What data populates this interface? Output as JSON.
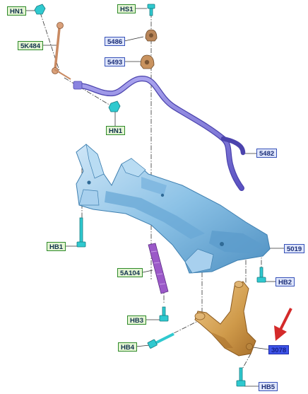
{
  "callouts": {
    "hn1_top": "HN1",
    "hs1": "HS1",
    "c5k484": "5K484",
    "c5486": "5486",
    "c5493": "5493",
    "hn1_bottom": "HN1",
    "c5482": "5482",
    "hb1": "HB1",
    "c5019": "5019",
    "c5a104": "5A104",
    "hb2": "HB2",
    "hb3": "HB3",
    "hb4": "HB4",
    "c3078": "3078",
    "hb5": "HB5"
  },
  "colors": {
    "subframe": "#8cc2e6",
    "stabilizer_bar": "#7a72d6",
    "link": "#c98a62",
    "bushing": "#b9865a",
    "fastener": "#2fc9cf",
    "control_arm": "#cf9a4a",
    "heat_shield": "#9b59c8",
    "arrow": "#d42a2a",
    "green_label_border": "#2f8a2a",
    "blue_label_border": "#3651b8",
    "selected_label_fill": "#3e54e8"
  }
}
